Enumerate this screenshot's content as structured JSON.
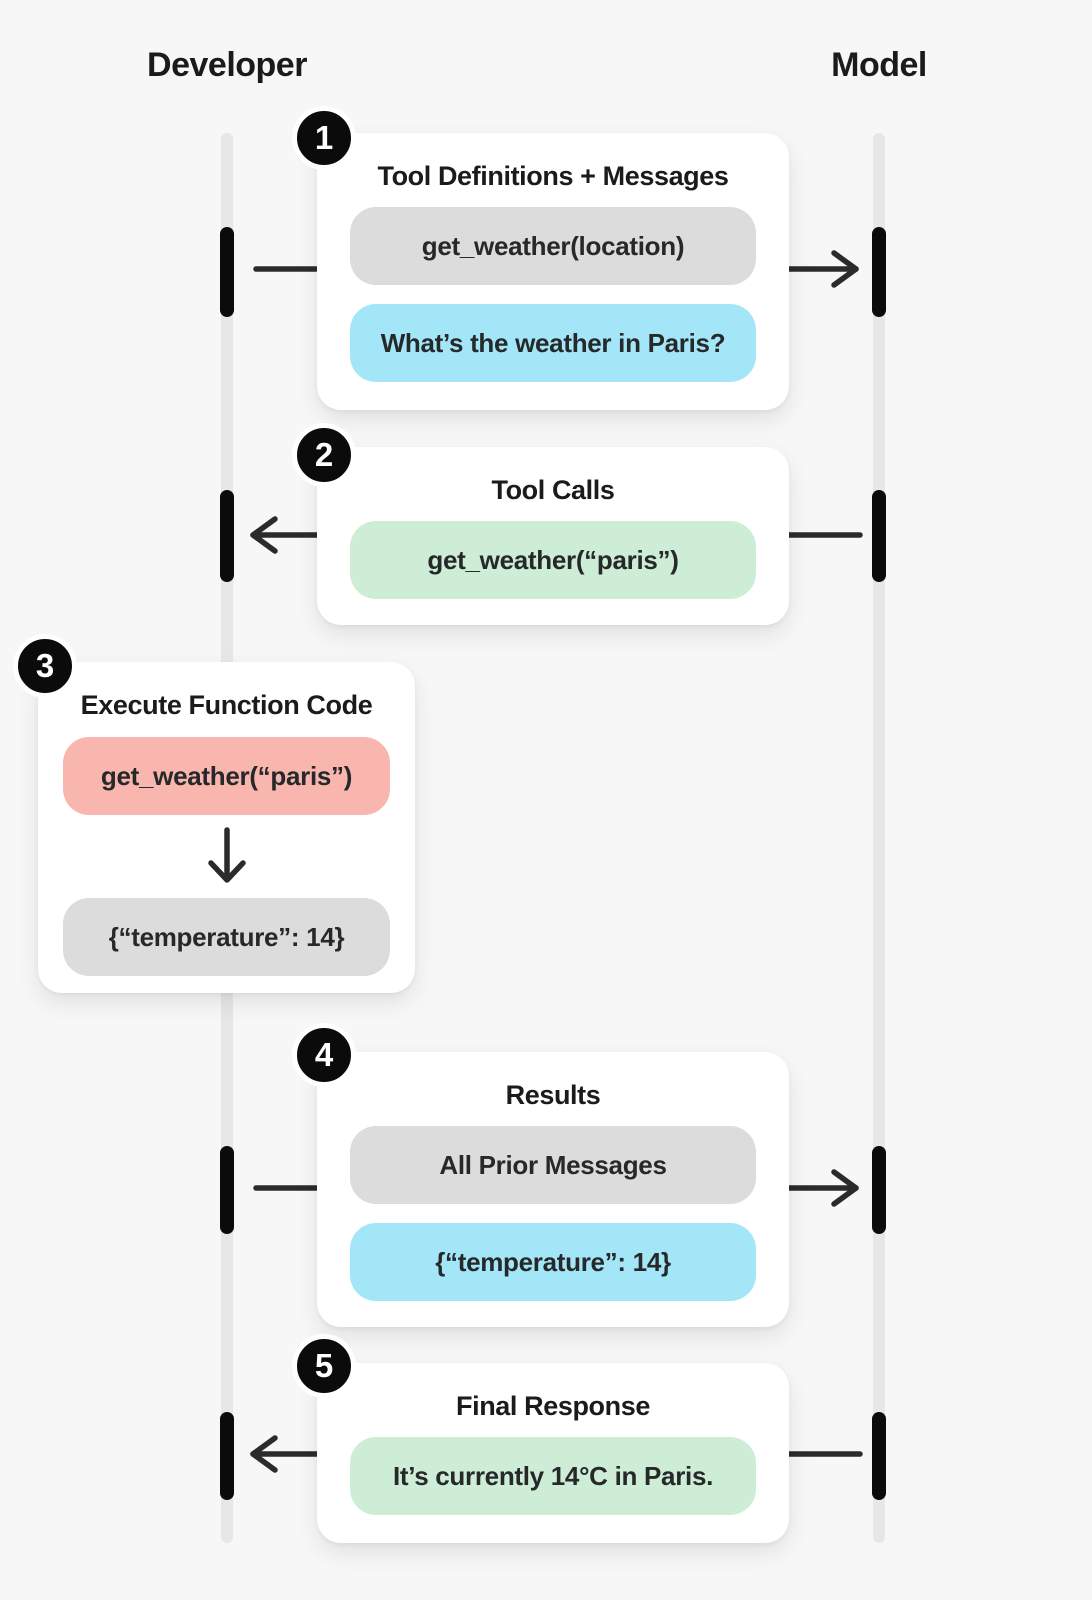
{
  "palette": {
    "background": "#f7f7f8",
    "card": "#ffffff",
    "pill_gray": "#dcdcdc",
    "pill_blue": "#a3e6f8",
    "pill_green": "#cdedd6",
    "pill_red": "#f9b6ae",
    "lifeline": "#e7e7e8",
    "activation_bar": "#0b0b0b",
    "arrow": "#2b2b2b",
    "badge_background": "#0b0b0b",
    "badge_text": "#ffffff",
    "text": "#1b1b1b"
  },
  "diagram": {
    "actors": {
      "developer": "Developer",
      "model": "Model"
    },
    "steps": [
      {
        "number": "1",
        "title": "Tool Definitions + Messages",
        "direction": "developer-to-model",
        "pills": [
          {
            "text": "get_weather(location)",
            "color_name": "gray"
          },
          {
            "text": "What’s the weather in Paris?",
            "color_name": "blue"
          }
        ]
      },
      {
        "number": "2",
        "title": "Tool Calls",
        "direction": "model-to-developer",
        "pills": [
          {
            "text": "get_weather(“paris”)",
            "color_name": "green"
          }
        ]
      },
      {
        "number": "3",
        "title": "Execute Function Code",
        "direction": "developer-local",
        "pills": [
          {
            "text": "get_weather(“paris”)",
            "color_name": "red"
          },
          {
            "text": "{“temperature”: 14}",
            "color_name": "gray"
          }
        ]
      },
      {
        "number": "4",
        "title": "Results",
        "direction": "developer-to-model",
        "pills": [
          {
            "text": "All Prior Messages",
            "color_name": "gray"
          },
          {
            "text": "{“temperature”: 14}",
            "color_name": "blue"
          }
        ]
      },
      {
        "number": "5",
        "title": "Final Response",
        "direction": "model-to-developer",
        "pills": [
          {
            "text": "It’s currently 14°C in Paris.",
            "color_name": "green"
          }
        ]
      }
    ]
  }
}
